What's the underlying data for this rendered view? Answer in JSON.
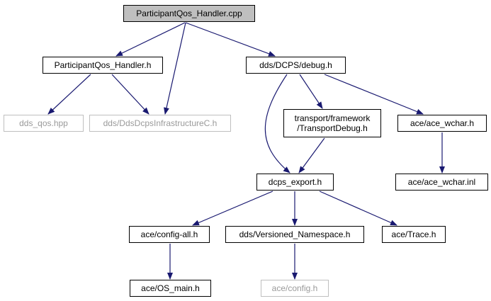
{
  "diagram": {
    "edge_color": "#191970",
    "nodes": {
      "root": {
        "label": "ParticipantQos_Handler.cpp"
      },
      "pqos_h": {
        "label": "ParticipantQos_Handler.h"
      },
      "debug_h": {
        "label": "dds/DCPS/debug.h"
      },
      "dds_qos": {
        "label": "dds_qos.hpp"
      },
      "dds_infra": {
        "label": "dds/DdsDcpsInfrastructureC.h"
      },
      "transport_debug": {
        "line1": "transport/framework",
        "line2": "/TransportDebug.h"
      },
      "ace_wchar_h": {
        "label": "ace/ace_wchar.h"
      },
      "dcps_export": {
        "label": "dcps_export.h"
      },
      "ace_wchar_inl": {
        "label": "ace/ace_wchar.inl"
      },
      "config_all": {
        "label": "ace/config-all.h"
      },
      "versioned_ns": {
        "label": "dds/Versioned_Namespace.h"
      },
      "trace_h": {
        "label": "ace/Trace.h"
      },
      "os_main": {
        "label": "ace/OS_main.h"
      },
      "config_h": {
        "label": "ace/config.h"
      }
    }
  }
}
